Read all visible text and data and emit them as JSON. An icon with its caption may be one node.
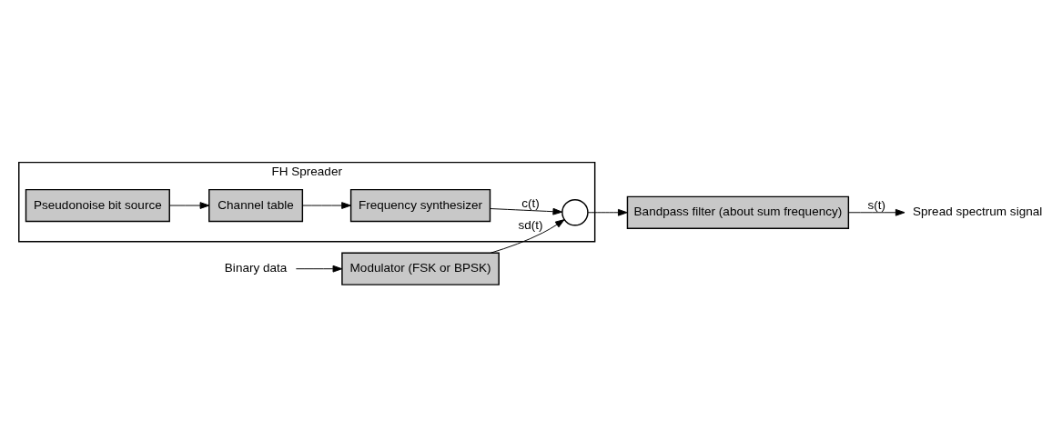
{
  "diagram": {
    "nodes": [
      {
        "text": [
          "FH Spreader"
        ]
      },
      {
        "text": [
          "Modulator (FSK or BPSK)"
        ]
      },
      {
        "text": [],
        "shape": "circle",
        "in": 0
      },
      {
        "text": [
          "Frequency synthesizer"
        ],
        "in": 0
      },
      {
        "text": [
          "Pseudonoise bit source"
        ],
        "in": 0
      },
      {
        "text": [
          "Channel table"
        ],
        "in": 0
      },
      {
        "text": [
          "Bandpass filter (about sum frequency)"
        ]
      },
      {
        "text": [
          "Binary data"
        ]
      },
      {
        "text": [
          "Spread spectrum signal"
        ]
      }
    ],
    "edges": [
      {
        "from": 7,
        "to": 1,
        "arrow": "to"
      },
      {
        "from": 1,
        "to": 2,
        "arrow": "to",
        "label": "sd(t)"
      },
      {
        "from": 3,
        "to": 2,
        "arrow": "to",
        "label": "c(t)"
      },
      {
        "from": 5,
        "to": 3,
        "arrow": "to"
      },
      {
        "from": 4,
        "to": 5,
        "arrow": "to"
      },
      {
        "from": 2,
        "to": 6,
        "arrow": "to"
      },
      {
        "from": 6,
        "to": 8,
        "arrow": "to",
        "label": "s(t)"
      }
    ]
  }
}
